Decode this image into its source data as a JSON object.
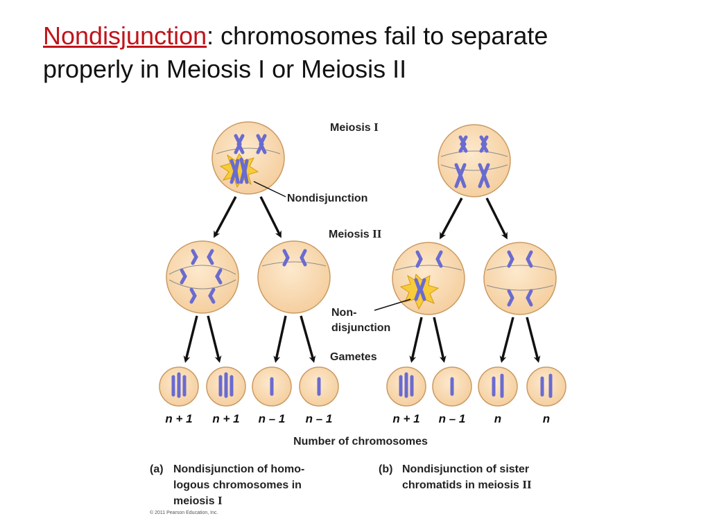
{
  "title": {
    "term": "Nondisjunction",
    "rest_line1": ": chromosomes fail to separate",
    "rest_line2": "properly in Meiosis I or Meiosis II"
  },
  "figure": {
    "meiosis1_label": "Meiosis ",
    "meiosis1_roman": "I",
    "meiosis2_label": "Meiosis ",
    "meiosis2_roman": "II",
    "nondisjunction_label": "Nondisjunction",
    "nondisjunction2_line1": "Non-",
    "nondisjunction2_line2": "disjunction",
    "gametes_label": "Gametes",
    "counts": [
      "n + 1",
      "n + 1",
      "n – 1",
      "n – 1",
      "n + 1",
      "n – 1",
      "n",
      "n"
    ],
    "number_label": "Number of chromosomes",
    "caption_a": {
      "marker": "(a)",
      "line1": "Nondisjunction of homo-",
      "line2": "logous chromosomes in",
      "line3": "meiosis ",
      "roman": "I"
    },
    "caption_b": {
      "marker": "(b)",
      "line1": "Nondisjunction of sister",
      "line2": "chromatids in meiosis ",
      "roman": "II"
    },
    "copyright": "© 2011 Pearson Education, Inc."
  },
  "colors": {
    "title_term": "#c0141a",
    "cell_fill": "#f9dcb4",
    "cell_edge": "#c99a62",
    "chromosome": "#8d8ee0",
    "chromosome_edge": "#5c5db8",
    "burst": "#f7cb3a"
  }
}
